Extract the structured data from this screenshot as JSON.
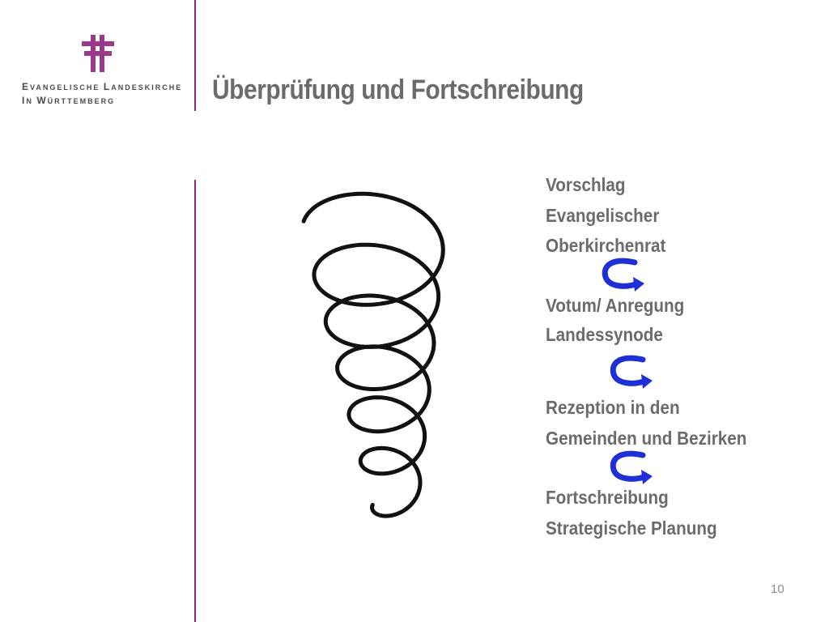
{
  "header": {
    "org_line1_parts": [
      {
        "text": "E",
        "size": "big"
      },
      {
        "text": "VANGELISCHE ",
        "size": "small"
      },
      {
        "text": "L",
        "size": "big"
      },
      {
        "text": "ANDESKIRCHE",
        "size": "small"
      }
    ],
    "org_line2_parts": [
      {
        "text": "I",
        "size": "big"
      },
      {
        "text": "N ",
        "size": "small"
      },
      {
        "text": "W",
        "size": "big"
      },
      {
        "text": "ÜRTTEMBERG",
        "size": "small"
      }
    ],
    "title": "Überprüfung und Fortschreibung"
  },
  "steps": [
    {
      "lines": [
        "Vorschlag",
        "Evangelischer",
        "Oberkirchenrat"
      ]
    },
    {
      "lines": [
        "Votum/ Anregung",
        "Landessynode"
      ]
    },
    {
      "lines": [
        "Rezeption in den",
        "Gemeinden und Bezirken"
      ]
    },
    {
      "lines": [
        "Fortschreibung",
        "Strategische Planung"
      ]
    }
  ],
  "footer": {
    "page_number": "10"
  },
  "colors": {
    "accent": "#8a2a7a",
    "cross": "#9b3a8c",
    "arrow": "#1f2fd6",
    "text": "#6b6b6b"
  }
}
